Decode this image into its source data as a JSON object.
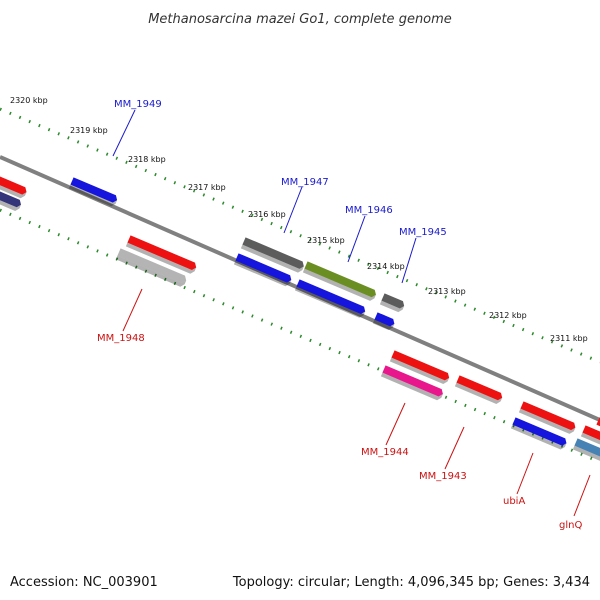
{
  "title": "Methanosarcina mazei Go1, complete genome",
  "footer": {
    "accession": "Accession: NC_003901",
    "summary": "Topology: circular; Length: 4,096,345 bp; Genes: 3,434"
  },
  "colors": {
    "backbone": "#808080",
    "tick": "#2a8a2a",
    "label_forward": "#1a1acc",
    "label_reverse": "#cc1111"
  },
  "scale_labels": [
    "2320 kbp",
    "2319 kbp",
    "2318 kbp",
    "2317 kbp",
    "2316 kbp",
    "2315 kbp",
    "2314 kbp",
    "2313 kbp",
    "2312 kbp",
    "2311 kbp"
  ],
  "genes": [
    {
      "label": "MM_1949",
      "strand": "forward",
      "color": "#1515dd"
    },
    {
      "label": "MM_1947",
      "strand": "forward",
      "color": "#5c5c5c"
    },
    {
      "label": "MM_1946",
      "strand": "forward",
      "color": "#6b8e23"
    },
    {
      "label": "MM_1945",
      "strand": "forward",
      "color": "#5c5c5c"
    },
    {
      "label": "MM_1948",
      "strand": "reverse",
      "color": "#ee1111"
    },
    {
      "label": "MM_1944",
      "strand": "reverse",
      "color": "#ee1111"
    },
    {
      "label": "MM_1943",
      "strand": "reverse",
      "color": "#ee1111"
    },
    {
      "label": "ubiA",
      "strand": "reverse",
      "color": "#ee1111"
    },
    {
      "label": "glnQ",
      "strand": "reverse",
      "color": "#ee1111"
    }
  ],
  "unlabeled_features": [
    {
      "strand": "reverse",
      "color": "#ee1111"
    },
    {
      "strand": "reverse",
      "color": "#34347a"
    },
    {
      "strand": "reverse",
      "color": "#b4b4b4"
    },
    {
      "strand": "forward",
      "color": "#1515dd"
    },
    {
      "strand": "forward",
      "color": "#1515dd"
    },
    {
      "strand": "forward",
      "color": "#1515dd"
    },
    {
      "strand": "reverse",
      "color": "#e8188c"
    },
    {
      "strand": "reverse",
      "color": "#1515dd"
    },
    {
      "strand": "reverse",
      "color": "#4682b4"
    },
    {
      "strand": "reverse",
      "color": "#ee1111"
    }
  ]
}
